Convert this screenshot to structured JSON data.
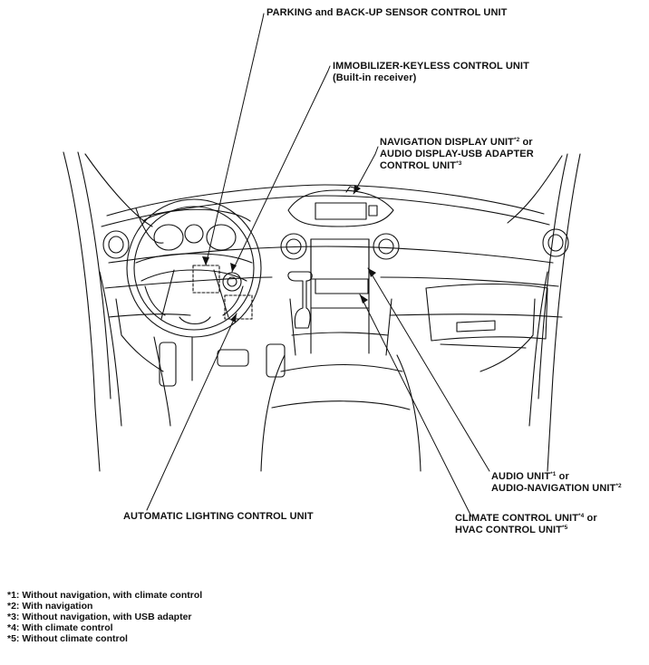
{
  "labels": {
    "parking_sensor": {
      "text": "PARKING and BACK-UP SENSOR CONTROL UNIT"
    },
    "immobilizer": {
      "line1": "IMMOBILIZER-KEYLESS CONTROL UNIT",
      "line2": "(Built-in receiver)"
    },
    "navigation_display": {
      "line1": "NAVIGATION DISPLAY UNIT",
      "line1_sup": "*2",
      "line1_tail": " or",
      "line2": "AUDIO DISPLAY-USB ADAPTER",
      "line3": "CONTROL UNIT",
      "line3_sup": "*3"
    },
    "audio_unit": {
      "line1": "AUDIO UNIT",
      "line1_sup": "*1",
      "line1_tail": " or",
      "line2": "AUDIO-NAVIGATION UNIT",
      "line2_sup": "*2"
    },
    "climate_control": {
      "line1": "CLIMATE CONTROL UNIT",
      "line1_sup": "*4",
      "line1_tail": " or",
      "line2": "HVAC CONTROL UNIT",
      "line2_sup": "*5"
    },
    "automatic_lighting": {
      "text": "AUTOMATIC LIGHTING CONTROL UNIT"
    }
  },
  "footnotes": [
    "*1: Without navigation, with climate control",
    "*2: With navigation",
    "*3: Without navigation, with USB adapter",
    "*4: With climate control",
    "*5: Without climate control"
  ]
}
